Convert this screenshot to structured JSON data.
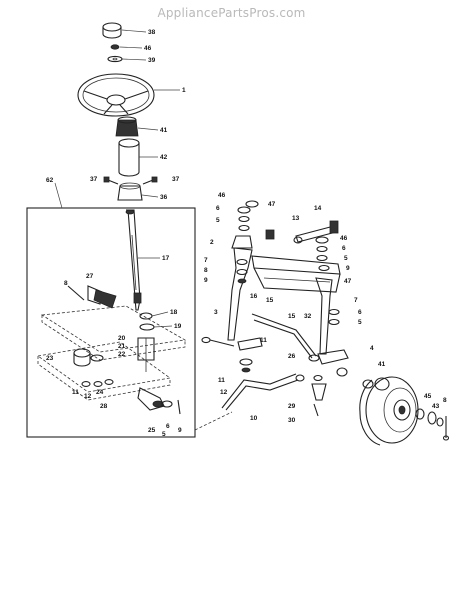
{
  "site": {
    "watermark": "AppliancePartsPros.com"
  },
  "callouts": {
    "c38": "38",
    "c46a": "46",
    "c39": "39",
    "c1": "1",
    "c41a": "41",
    "c42": "42",
    "c62": "62",
    "c37l": "37",
    "c37r": "37",
    "c36": "36",
    "c17": "17",
    "c8l": "8",
    "c27": "27",
    "c18": "18",
    "c19": "19",
    "c20": "20",
    "c21": "21",
    "c22": "22",
    "c23": "23",
    "c11l": "11",
    "c12l": "12",
    "c24": "24",
    "c28": "28",
    "c25": "25",
    "c5l": "5",
    "c6l": "6",
    "c9l": "9",
    "c46b": "46",
    "c6a": "6",
    "c5a": "5",
    "c47a": "47",
    "c13": "13",
    "c14": "14",
    "c2": "2",
    "c7a": "7",
    "c8a": "8",
    "c9a": "9",
    "c16": "16",
    "c15": "15",
    "c46c": "46",
    "c6b": "6",
    "c5b": "5",
    "c9b": "9",
    "c47b": "47",
    "c3": "3",
    "c15b": "15",
    "c32": "32",
    "c7b": "7",
    "c6c": "6",
    "c5c": "5",
    "c11m": "11",
    "c26": "26",
    "c4": "4",
    "c11b": "11",
    "c12b": "12",
    "c10": "10",
    "c29": "29",
    "c30": "30",
    "c41b": "41",
    "c45": "45",
    "c43": "43",
    "c8r": "8"
  }
}
